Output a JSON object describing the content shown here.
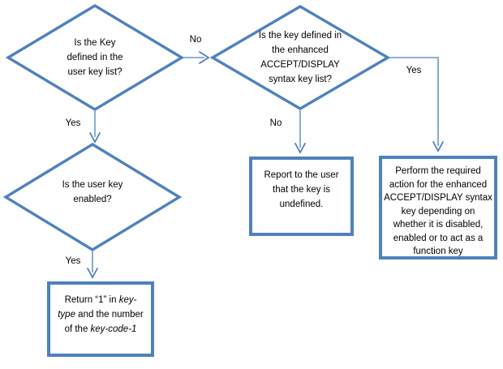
{
  "colors": {
    "shape_border": "#4F81BD",
    "connector_line": "#6B96CC",
    "text": "#000000",
    "background": "#FFFFFF"
  },
  "nodes": {
    "decision_user_key_defined": {
      "lines": [
        "Is the Key",
        "defined in the",
        "user key list?"
      ]
    },
    "decision_enhanced_syntax": {
      "lines": [
        "Is the key defined in",
        "the enhanced",
        "ACCEPT/DISPLAY",
        "syntax key list?"
      ]
    },
    "decision_user_key_enabled": {
      "lines": [
        "Is the user key",
        "enabled?"
      ]
    },
    "box_report_undefined": {
      "lines": [
        "Report to the user",
        "that the key is",
        "undefined."
      ]
    },
    "box_perform_action": {
      "lines": [
        "Perform the required",
        "action for the enhanced",
        "ACCEPT/DISPLAY syntax",
        "key depending on",
        "whether it is disabled,",
        "enabled or to act as a",
        "function key"
      ]
    },
    "box_return_key_type": {
      "lines_rich": [
        [
          {
            "t": "Return “1” in ",
            "i": false
          },
          {
            "t": "key-",
            "i": true
          }
        ],
        [
          {
            "t": "type",
            "i": true
          },
          {
            "t": " and the number",
            "i": false
          }
        ],
        [
          {
            "t": "of the ",
            "i": false
          },
          {
            "t": "key-code-1",
            "i": true
          }
        ]
      ]
    }
  },
  "edge_labels": {
    "no_to_enhanced": "No",
    "yes_to_enabled": "Yes",
    "no_to_report": "No",
    "yes_to_perform": "Yes",
    "yes_to_return": "Yes"
  }
}
